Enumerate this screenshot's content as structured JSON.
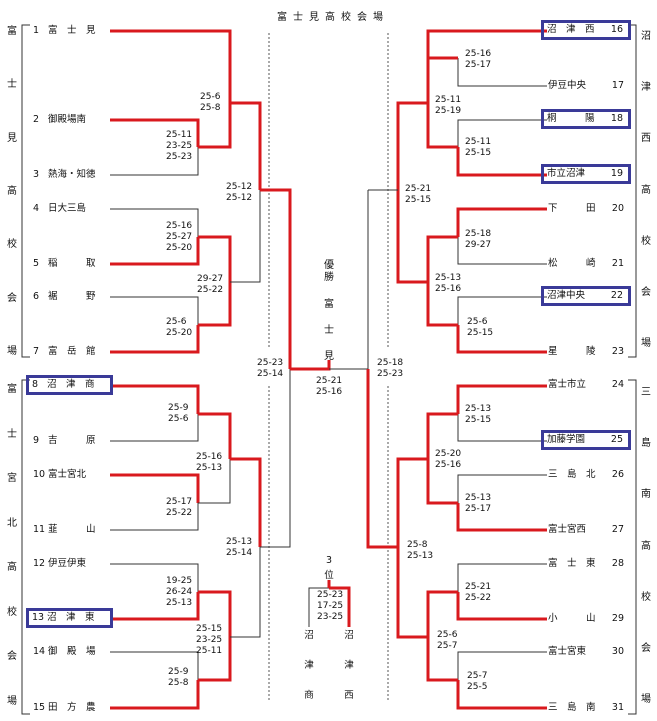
{
  "title": "富士見高校会場",
  "colors": {
    "winner_line": "#d9191e",
    "loser_line": "#333333",
    "highlight_box": "#3a3a98",
    "dotted": "#555555"
  },
  "venues": {
    "left_top": [
      "富",
      "士",
      "見",
      "高",
      "校",
      "会",
      "場"
    ],
    "left_bottom": [
      "富",
      "士",
      "宮",
      "北",
      "高",
      "校",
      "会",
      "場"
    ],
    "right_top": [
      "沼",
      "津",
      "西",
      "高",
      "校",
      "会",
      "場"
    ],
    "right_bottom": [
      "三",
      "島",
      "南",
      "高",
      "校",
      "会",
      "場"
    ]
  },
  "teams": [
    {
      "seed": "1",
      "name": "富　士　見",
      "highlight": false
    },
    {
      "seed": "2",
      "name": "御殿場南",
      "highlight": false
    },
    {
      "seed": "3",
      "name": "熱海・知徳",
      "highlight": false
    },
    {
      "seed": "4",
      "name": "日大三島",
      "highlight": false
    },
    {
      "seed": "5",
      "name": "稲　　　取",
      "highlight": false
    },
    {
      "seed": "6",
      "name": "裾　　　野",
      "highlight": false
    },
    {
      "seed": "7",
      "name": "富　岳　館",
      "highlight": false
    },
    {
      "seed": "8",
      "name": "沼　津　商",
      "highlight": true
    },
    {
      "seed": "9",
      "name": "吉　　　原",
      "highlight": false
    },
    {
      "seed": "10",
      "name": "富士宮北",
      "highlight": false
    },
    {
      "seed": "11",
      "name": "韮　　　山",
      "highlight": false
    },
    {
      "seed": "12",
      "name": "伊豆伊東",
      "highlight": false
    },
    {
      "seed": "13",
      "name": "沼　津　東",
      "highlight": true
    },
    {
      "seed": "14",
      "name": "御　殿　場",
      "highlight": false
    },
    {
      "seed": "15",
      "name": "田　方　農",
      "highlight": false
    },
    {
      "seed": "16",
      "name": "沼　津　西",
      "highlight": true
    },
    {
      "seed": "17",
      "name": "伊豆中央",
      "highlight": false
    },
    {
      "seed": "18",
      "name": "桐　　　陽",
      "highlight": true
    },
    {
      "seed": "19",
      "name": "市立沼津",
      "highlight": true
    },
    {
      "seed": "20",
      "name": "下　　　田",
      "highlight": false
    },
    {
      "seed": "21",
      "name": "松　　　崎",
      "highlight": false
    },
    {
      "seed": "22",
      "name": "沼津中央",
      "highlight": true
    },
    {
      "seed": "23",
      "name": "星　　　陵",
      "highlight": false
    },
    {
      "seed": "24",
      "name": "富士市立",
      "highlight": false
    },
    {
      "seed": "25",
      "name": "加藤学園",
      "highlight": true
    },
    {
      "seed": "26",
      "name": "三　島　北",
      "highlight": false
    },
    {
      "seed": "27",
      "name": "富士宮西",
      "highlight": false
    },
    {
      "seed": "28",
      "name": "富　士　東",
      "highlight": false
    },
    {
      "seed": "29",
      "name": "小　　　山",
      "highlight": false
    },
    {
      "seed": "30",
      "name": "富士宮東",
      "highlight": false
    },
    {
      "seed": "31",
      "name": "三　島　南",
      "highlight": false
    }
  ],
  "scores": {
    "m2v3": "25-11\n23-25\n25-23",
    "m1v23": "25-6\n25-8",
    "m4v5": "25-16\n25-27\n25-20",
    "m6v7": "25-6\n25-20",
    "m45v67": "29-27\n25-22",
    "m_top_left_semi": "25-12\n25-12",
    "m8v9": "25-9\n25-6",
    "m10v11": "25-17\n25-22",
    "m89v1011": "25-16\n25-13",
    "m12v13": "19-25\n26-24\n25-13",
    "m14v15": "25-9\n25-8",
    "m1213v1415": "25-15\n23-25\n25-11",
    "m_bottom_left_semi": "25-13\n25-14",
    "m_left_final": "25-23\n25-14",
    "m16v17": "25-16\n25-17",
    "m18v19": "25-11\n25-15",
    "m1617v1819": "25-11\n25-19",
    "m20v21": "25-18\n29-27",
    "m22v23": "25-6\n25-15",
    "m2021v2223": "25-13\n25-16",
    "m_top_right_semi": "25-21\n25-15",
    "m24v25": "25-13\n25-15",
    "m26v27": "25-13\n25-17",
    "m2425v2627": "25-20\n25-16",
    "m28v29": "25-21\n25-22",
    "m30v31": "25-7\n25-5",
    "m2829v3031": "25-6\n25-7",
    "m_bottom_right_semi": "25-8\n25-13",
    "m_right_final": "25-18\n25-23",
    "final": "25-21\n25-16",
    "third_place": "25-23\n17-25\n23-25"
  },
  "champion": {
    "label": [
      "優",
      "勝"
    ],
    "name": [
      "富",
      "士",
      "見"
    ]
  },
  "third_place": {
    "label": [
      "3",
      "位"
    ],
    "left": [
      "沼",
      "津",
      "商"
    ],
    "right": [
      "沼",
      "津",
      "西"
    ]
  }
}
